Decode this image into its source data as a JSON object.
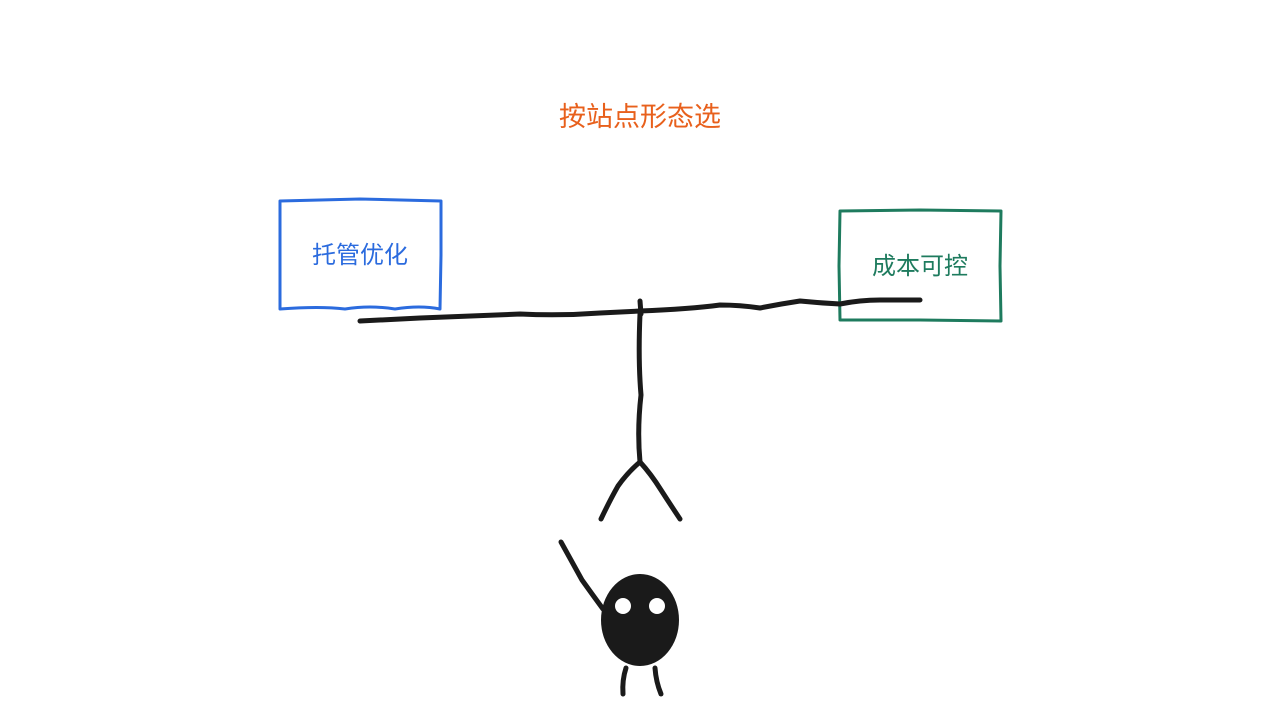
{
  "title": "按站点形态选",
  "left_option": {
    "label": "托管优化"
  },
  "right_option": {
    "label": "成本可控"
  },
  "colors": {
    "title": "#E8601C",
    "left_box": "#2B6BDE",
    "right_box": "#1E7B5E",
    "ink": "#1A1A1A",
    "background": "#FFFFFF"
  },
  "icons": {
    "figure": "hanging-stick-figure-icon",
    "balance_bar": "balance-bar-icon"
  }
}
